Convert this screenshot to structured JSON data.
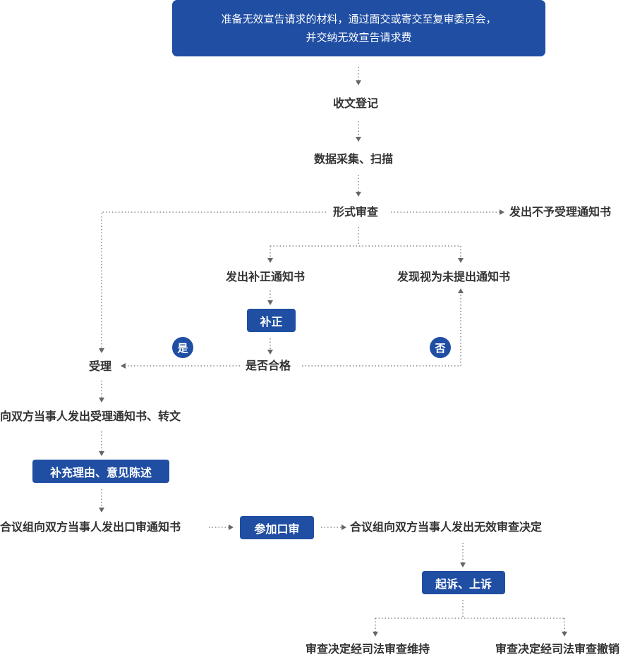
{
  "colors": {
    "box": "#1f4ea3",
    "text": "#333333",
    "connector": "#888888"
  },
  "nodes": {
    "prepare_line1": "准备无效宣告请求的材料，通过面交或寄交至复审委员会，",
    "prepare_line2": "并交纳无效宣告请求费",
    "receive": "收文登记",
    "scan": "数据采集、扫描",
    "formal_review": "形式审查",
    "reject": "发出不予受理通知书",
    "correction_notice": "发出补正通知书",
    "deemed_withdrawn": "发现视为未提出通知书",
    "correction": "补正",
    "qualified": "是否合格",
    "accept": "受理",
    "notify_parties": "向双方当事人发出受理通知书、转文",
    "supplement": "补充理由、意见陈述",
    "oral_hearing_notice": "合议组向双方当事人发出口审通知书",
    "oral_hearing": "参加口审",
    "decision": "合议组向双方当事人发出无效审查决定",
    "appeal": "起诉、上诉",
    "upheld": "审查决定经司法审查维持",
    "revoked": "审查决定经司法审查撤销"
  },
  "branches": {
    "yes": "是",
    "no": "否"
  }
}
